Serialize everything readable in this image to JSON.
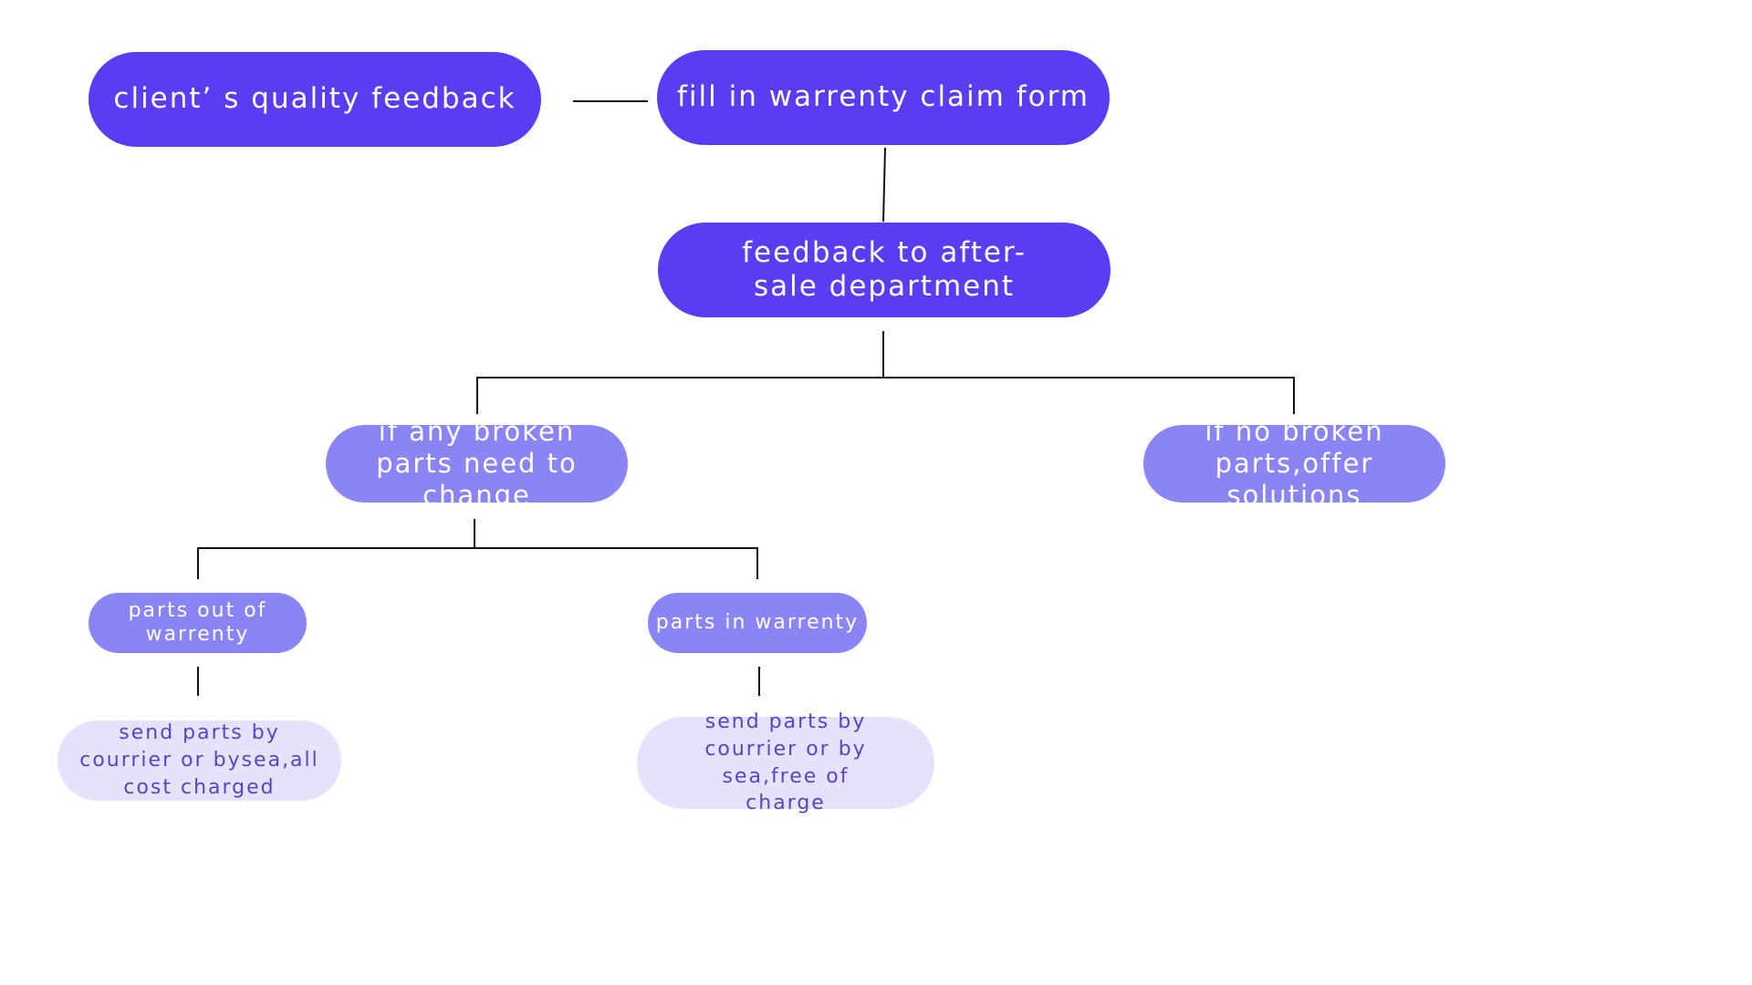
{
  "colors": {
    "primary_node": "#5b3cf2",
    "secondary_node": "#8b84f5",
    "leaf_node": "#e5e3fb",
    "leaf_text": "#5a44c2",
    "connector": "#111111"
  },
  "nodes": {
    "client_feedback": "client’ s quality feedback",
    "claim_form": "fill in warrenty claim form",
    "after_sale": "feedback to after-sale department",
    "broken_parts": "if any broken parts need to change",
    "no_broken_parts": "if no broken parts,offer solutions",
    "out_of_warranty": "parts out of warrenty",
    "in_warranty": "parts in warrenty",
    "charged_shipping": "send parts by courrier or bysea,all cost charged",
    "free_shipping": "send parts by courrier or by sea,free of charge"
  }
}
